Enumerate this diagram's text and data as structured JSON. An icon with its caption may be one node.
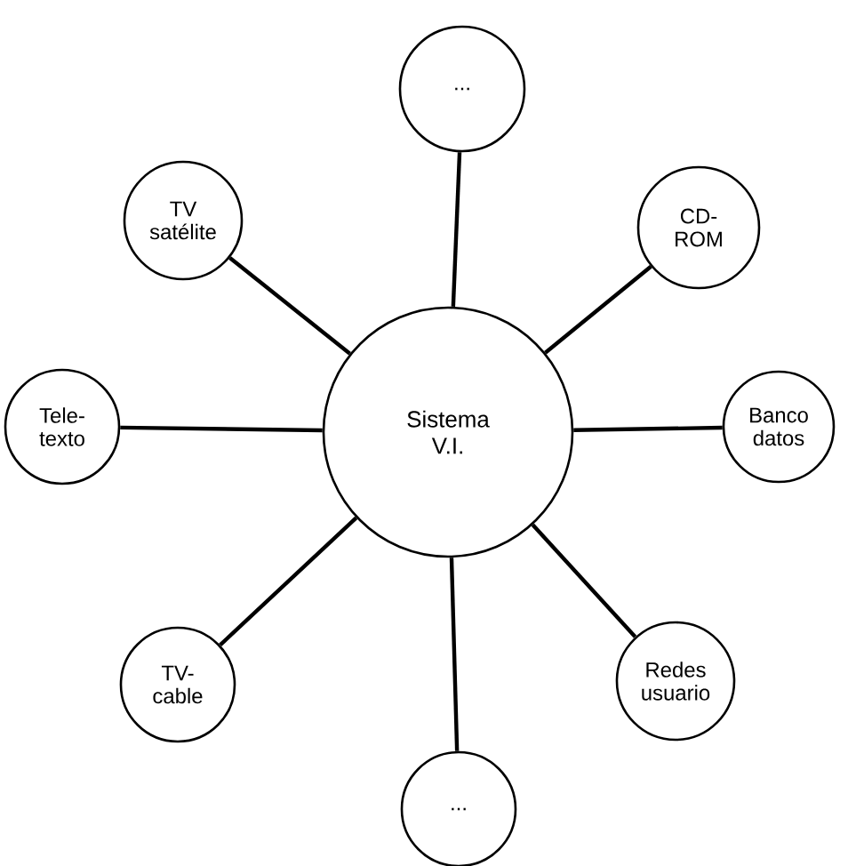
{
  "diagram": {
    "nodes": [
      {
        "text": [
          "Sistema V.I."
        ]
      },
      {
        "text": [
          "..."
        ]
      },
      {
        "text": [
          "CD-ROM"
        ]
      },
      {
        "text": [
          "Banco datos"
        ]
      },
      {
        "text": [
          "Redes usuario"
        ]
      },
      {
        "text": [
          "..."
        ]
      },
      {
        "text": [
          "TV-cable"
        ]
      },
      {
        "text": [
          "Tele-texto"
        ]
      },
      {
        "text": [
          "TV satélite"
        ]
      }
    ],
    "edges": [
      {
        "from": 0,
        "to": 1,
        "arrow": "none"
      },
      {
        "from": 0,
        "to": 2,
        "arrow": "none"
      },
      {
        "from": 0,
        "to": 3,
        "arrow": "none"
      },
      {
        "from": 0,
        "to": 4,
        "arrow": "none"
      },
      {
        "from": 0,
        "to": 5,
        "arrow": "none"
      },
      {
        "from": 0,
        "to": 6,
        "arrow": "none"
      },
      {
        "from": 0,
        "to": 7,
        "arrow": "none"
      },
      {
        "from": 0,
        "to": 8,
        "arrow": "none"
      }
    ]
  }
}
